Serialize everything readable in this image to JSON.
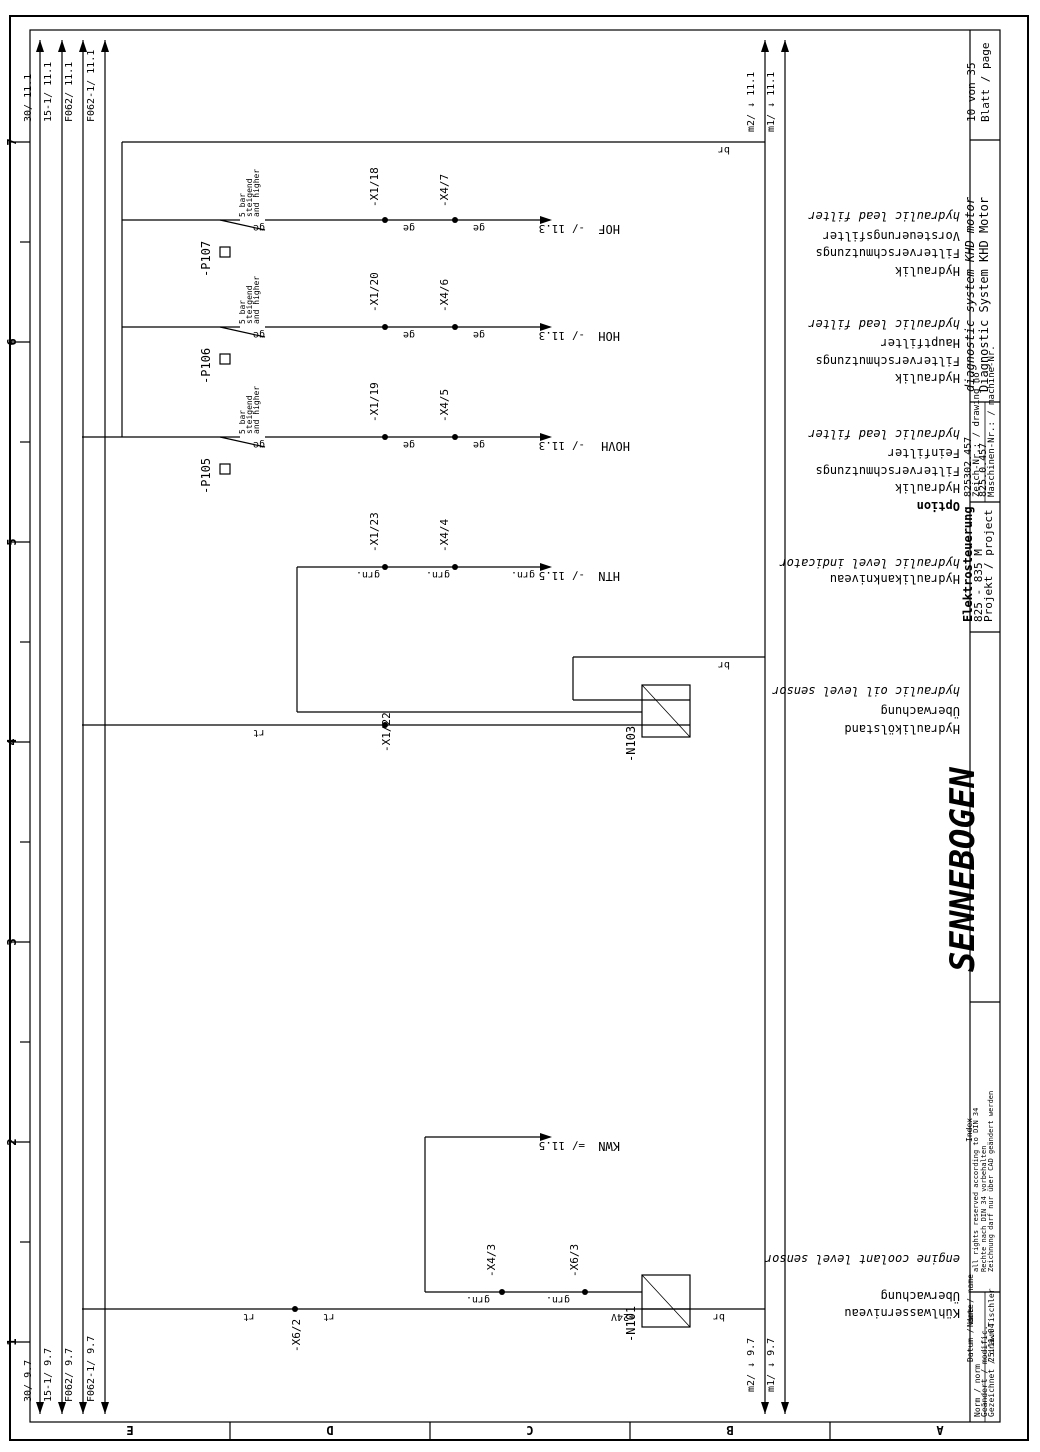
{
  "frame": {
    "columns": [
      "A",
      "B",
      "C",
      "D",
      "E"
    ],
    "row_numbers": [
      "1",
      "2",
      "3",
      "4",
      "5",
      "6",
      "7"
    ]
  },
  "rails": {
    "top": [
      "30/ 11.1",
      "15-1/ 11.1",
      "F062/ 11.1",
      "F062-1/ 11.1"
    ],
    "bottom": [
      "30/ 9.7",
      "15-1/ 9.7",
      "F062/ 9.7",
      "F062-1/ 9.7"
    ],
    "masses_top": [
      "m1/ ↓ 11.1",
      "m2/ ↓ 11.1"
    ],
    "masses_bottom": [
      "m1/ ↓ 9.7",
      "m2/ ↓ 9.7"
    ]
  },
  "circuits": {
    "p107": {
      "device": "-P107",
      "spec": [
        "5 bar",
        "steigend",
        "and higher"
      ],
      "terminals": [
        "-X1/18",
        "-X4/7"
      ],
      "wire": "ge",
      "signal": "HOF",
      "ref": "-/ 11.3",
      "desc": [
        "Hydraulik",
        "Filterverschmutzungs",
        "Vorsteuerungsfilter"
      ],
      "desc_en": "hydraulic lead filter"
    },
    "p106": {
      "device": "-P106",
      "spec": [
        "5 bar",
        "steigend",
        "and higher"
      ],
      "terminals": [
        "-X1/20",
        "-X4/6"
      ],
      "wire": "ge",
      "signal": "HOH",
      "ref": "-/ 11.3",
      "desc": [
        "Hydraulik",
        "Filterverschmutzungs",
        "Hauptfilter"
      ],
      "desc_en": "hydraulic lead filter"
    },
    "p105": {
      "device": "-P105",
      "spec": [
        "5 bar",
        "steigend",
        "and higher"
      ],
      "terminals": [
        "-X1/19",
        "-X4/5"
      ],
      "wire": "ge",
      "signal": "HOVH",
      "ref": "-/ 11.3",
      "desc": [
        "Option",
        "Hydraulik",
        "Filterverschmutzungs",
        "Feinfilter"
      ],
      "desc_en": "hydraulic lead filter"
    },
    "htn": {
      "terminals": [
        "-X1/23",
        "-X4/4"
      ],
      "wire": "grn.",
      "signal": "HTN",
      "ref": "-/ 11.5",
      "desc": [
        "Hydraulikankniveau"
      ],
      "desc_en": "hydraulic level indicator"
    },
    "n103": {
      "device": "-N103",
      "terminal": "-X1/22",
      "wire_in": "rt",
      "wire_gnd": "br",
      "desc": [
        "Hydraulikölstand",
        "Überwachung"
      ],
      "desc_en": "hydraulic oil level sensor"
    },
    "kwn": {
      "signal": "KWN",
      "ref": "=/ 11.5",
      "terminals": [
        "-X4/3",
        "-X6/3"
      ],
      "wire": "grn."
    },
    "n101": {
      "device": "-N101",
      "terminal": "-X6/2",
      "wire_in": "rt",
      "supply": "+24V",
      "wire_gnd": "br",
      "desc": [
        "Kühlwasserniveau",
        "Überwachung"
      ],
      "desc_en": "engine coolant level sensor"
    }
  },
  "title_block": {
    "company": "SENNEBOGEN",
    "page_label": "Blatt / page",
    "page_value": "10 von 35",
    "title_de": "Diagnostic System KHD Motor",
    "title_en": "diagnostic system KHD motor",
    "machine_label": "Maschinen-Nr.: / machine-Nr.",
    "machine_value": "825.0.457",
    "drawing_label": "Zeich-Nr.: / drawing no",
    "drawing_value": "825302.457",
    "project_label": "Projekt / project",
    "project_value": "825 - 835 M",
    "department": "Elektrosteuerung",
    "rights": [
      "Zeichnung darf nur über CAD geändert werden",
      "Rechte nach DIN 34 vorbehalten",
      "all rights reserved according to DIN 34"
    ],
    "index_label": "Index",
    "drawn_label": "Gezeichnet / drawn",
    "drawn_date": "25.11.04",
    "drawn_name": "Tischler",
    "modified_label": "Geändert / modific.",
    "norm_label": "Norm / norm",
    "date_label": "Datum / date",
    "name_label": "Name / name"
  }
}
